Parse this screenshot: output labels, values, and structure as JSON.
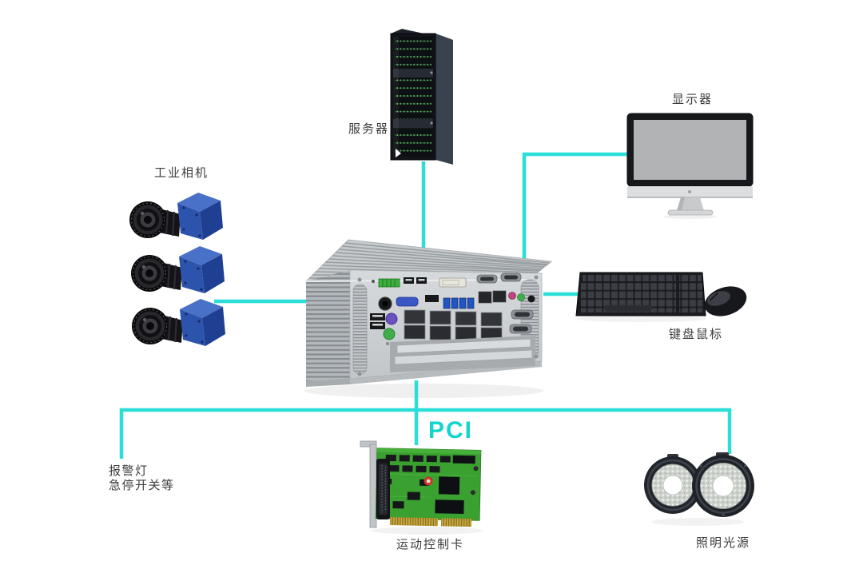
{
  "labels": {
    "server": "服务器",
    "monitor": "显示器",
    "cameras": "工业相机",
    "keyboard_mouse": "键盘鼠标",
    "alarm_line1": "报警灯",
    "alarm_line2": "急停开关等",
    "motion_card": "运动控制卡",
    "light_source": "照明光源",
    "bus": "PCI"
  },
  "colors": {
    "connector_cyan": "#2BDED7",
    "pci_text": "#12D5CE",
    "label_text": "#3c3c3c",
    "background": "#ffffff"
  },
  "diagram": {
    "type": "machine-vision-system-topology",
    "nodes": [
      "服务器",
      "显示器",
      "工业相机",
      "工控机",
      "键盘鼠标",
      "报警灯/急停开关等",
      "运动控制卡",
      "照明光源"
    ],
    "connections": [
      [
        "服务器",
        "工控机"
      ],
      [
        "显示器",
        "工控机"
      ],
      [
        "工业相机",
        "工控机"
      ],
      [
        "键盘鼠标",
        "工控机"
      ],
      [
        "工控机",
        "PCI总线"
      ],
      [
        "PCI总线",
        "报警灯/急停开关等"
      ],
      [
        "PCI总线",
        "运动控制卡"
      ],
      [
        "PCI总线",
        "照明光源"
      ]
    ]
  }
}
